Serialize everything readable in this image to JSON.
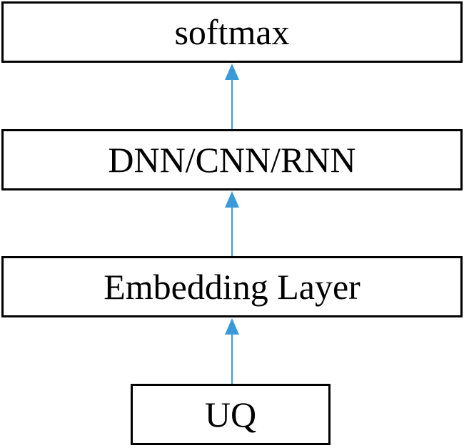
{
  "diagram": {
    "nodes": {
      "softmax": "softmax",
      "dnn": "DNN/CNN/RNN",
      "embedding": "Embedding Layer",
      "uq": "UQ"
    },
    "edges": [
      {
        "from": "uq",
        "to": "embedding"
      },
      {
        "from": "embedding",
        "to": "dnn"
      },
      {
        "from": "dnn",
        "to": "softmax"
      }
    ],
    "arrow_color": "#3a9ad9",
    "border_color": "#000000"
  }
}
